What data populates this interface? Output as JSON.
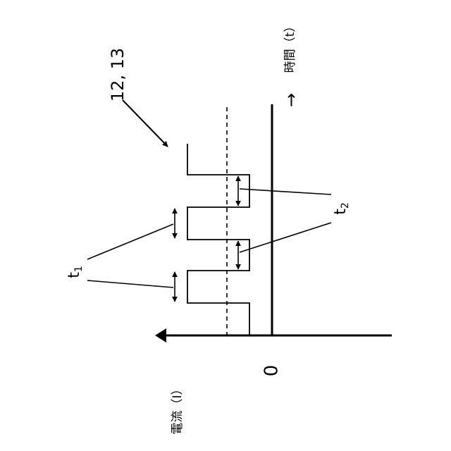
{
  "figure": {
    "ref_label": "12, 13",
    "time_axis_label": "時間（t）",
    "current_axis_label": "電流（I）",
    "origin_label": "0",
    "time_arrow_glyph": "→",
    "t1_base": "t",
    "t1_sub": "1",
    "t2_base": "t",
    "t2_sub": "2"
  },
  "colors": {
    "ink": "#000000",
    "background": "#ffffff"
  }
}
